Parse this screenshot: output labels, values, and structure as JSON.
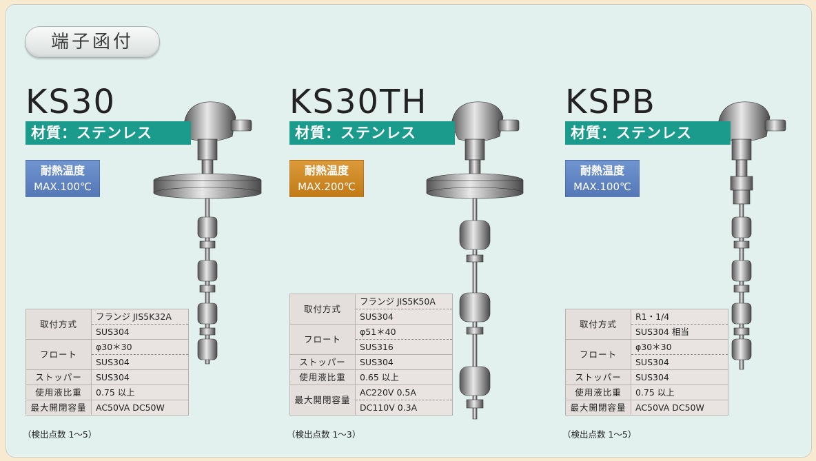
{
  "section_title": "端子函付",
  "products": [
    {
      "model": "KS30",
      "material": "材質：ステンレス",
      "heat_label": "耐熱温度",
      "heat_value": "MAX.100℃",
      "heat_color": "#5f84c2",
      "specs": [
        {
          "label": "取付方式",
          "values": [
            "フランジ JIS5K32A",
            "SUS304"
          ]
        },
        {
          "label": "フロート",
          "values": [
            "φ30＊30",
            "SUS304"
          ]
        },
        {
          "label": "ストッパー",
          "values": [
            "SUS304"
          ]
        },
        {
          "label": "使用液比重",
          "values": [
            "0.75 以上"
          ]
        },
        {
          "label": "最大開閉容量",
          "values": [
            "AC50VA DC50W"
          ]
        }
      ],
      "note": "（検出点数 1〜5）",
      "image_icon": "float-level-switch-flange-icon"
    },
    {
      "model": "KS30TH",
      "material": "材質：ステンレス",
      "heat_label": "耐熱温度",
      "heat_value": "MAX.200℃",
      "heat_color": "#cf8a28",
      "specs": [
        {
          "label": "取付方式",
          "values": [
            "フランジ JIS5K50A",
            "SUS304"
          ]
        },
        {
          "label": "フロート",
          "values": [
            "φ51＊40",
            "SUS316"
          ]
        },
        {
          "label": "ストッパー",
          "values": [
            "SUS304"
          ]
        },
        {
          "label": "使用液比重",
          "values": [
            "0.65 以上"
          ]
        },
        {
          "label": "最大開閉容量",
          "values": [
            "AC220V 0.5A",
            "DC110V 0.3A"
          ]
        }
      ],
      "note": "（検出点数 1〜3）",
      "image_icon": "float-level-switch-flange-icon"
    },
    {
      "model": "KSPB",
      "material": "材質：ステンレス",
      "heat_label": "耐熱温度",
      "heat_value": "MAX.100℃",
      "heat_color": "#5f84c2",
      "specs": [
        {
          "label": "取付方式",
          "values": [
            "R1・1/4",
            "SUS304 相当"
          ]
        },
        {
          "label": "フロート",
          "values": [
            "φ30＊30",
            "SUS304"
          ]
        },
        {
          "label": "ストッパー",
          "values": [
            "SUS304"
          ]
        },
        {
          "label": "使用液比重",
          "values": [
            "0.75 以上"
          ]
        },
        {
          "label": "最大開閉容量",
          "values": [
            "AC50VA DC50W"
          ]
        }
      ],
      "note": "（検出点数 1〜5）",
      "image_icon": "float-level-switch-thread-icon"
    }
  ]
}
